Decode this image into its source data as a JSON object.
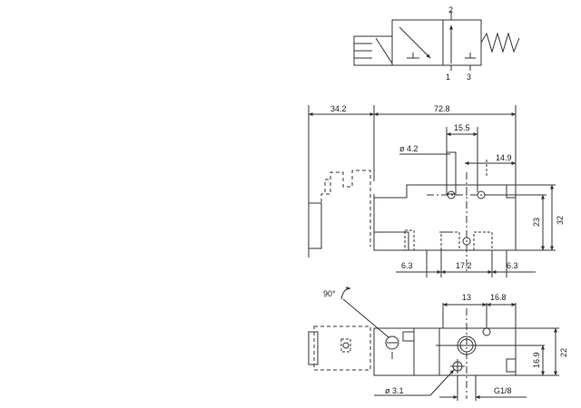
{
  "symbol": {
    "port_top": "2",
    "port_bottom_left": "1",
    "port_bottom_right": "3"
  },
  "side_view": {
    "dim_total_left": "34.2",
    "dim_total_right": "72.8",
    "dim_15_5": "15.5",
    "dim_hole": "ø 4.2",
    "dim_14_9": "14.9",
    "dim_23": "23",
    "dim_32": "32",
    "dim_6_3_left": "6.3",
    "dim_17_2": "17.2",
    "dim_6_3_right": "6.3"
  },
  "top_view": {
    "rotation": "90°",
    "dim_13": "13",
    "dim_16_8": "16.8",
    "dim_16_9": "16.9",
    "dim_22": "22",
    "dim_hole": "ø  3.1",
    "thread": "G1/8"
  }
}
